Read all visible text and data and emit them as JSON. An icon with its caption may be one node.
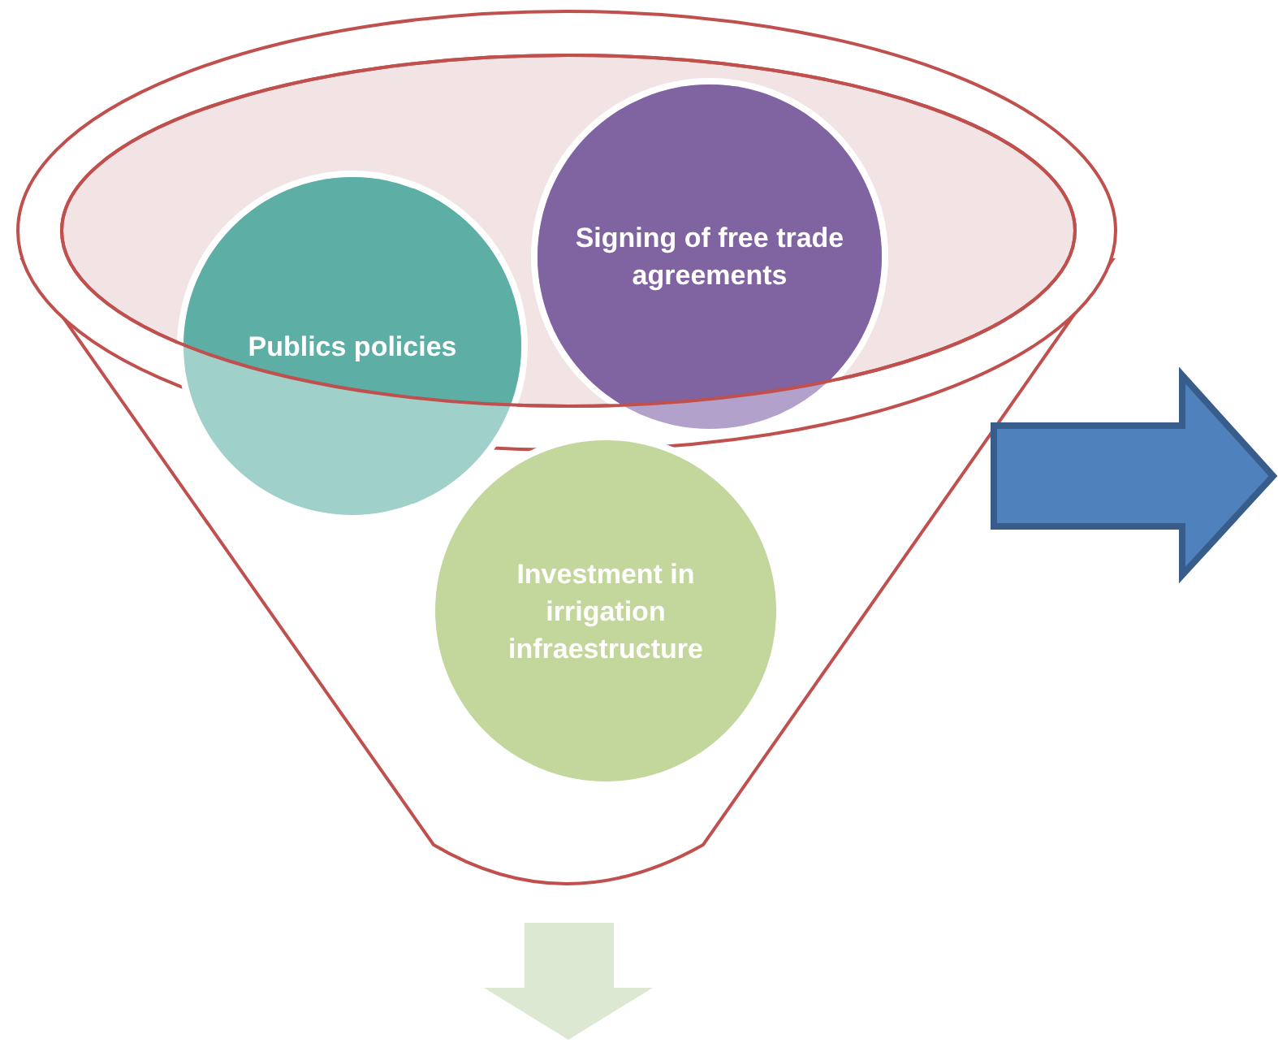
{
  "diagram": {
    "nodes": [
      {
        "text": [
          "Publics policies"
        ]
      },
      {
        "text": [
          "Signing of free trade agreements"
        ]
      },
      {
        "text": [
          "Investment in irrigation infraestructure"
        ]
      }
    ]
  }
}
